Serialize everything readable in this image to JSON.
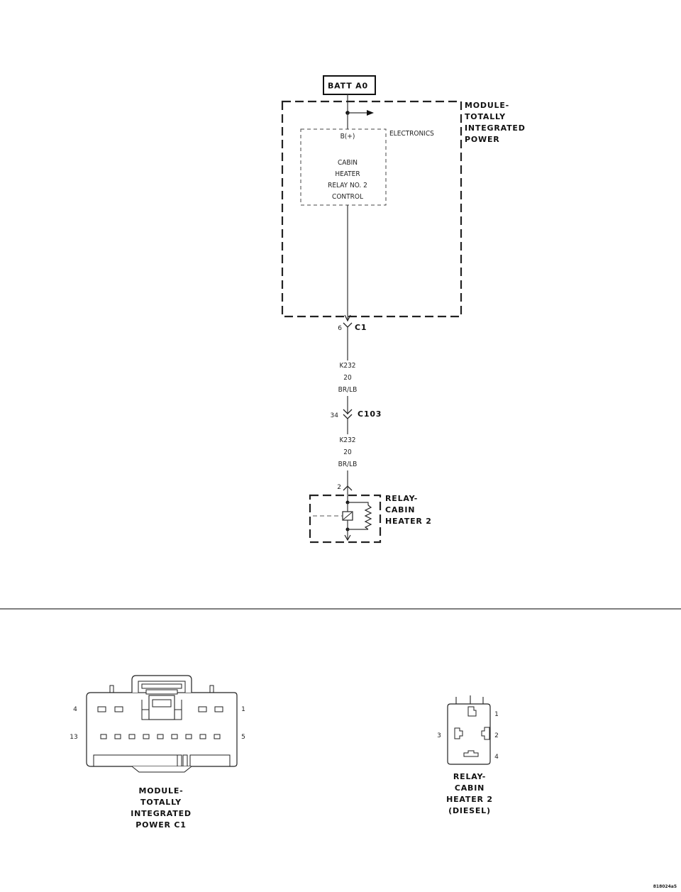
{
  "power_source": {
    "label": "BATT A0"
  },
  "module": {
    "name_lines": [
      "MODULE-",
      "TOTALLY",
      "INTEGRATED",
      "POWER"
    ],
    "sub_box_label": "ELECTRONICS",
    "pin_label": "B(+)",
    "function_lines": [
      "CABIN",
      "HEATER",
      "RELAY NO. 2",
      "CONTROL"
    ]
  },
  "connectors": [
    {
      "id": "C1",
      "pin": "6"
    },
    {
      "id": "C103",
      "pin": "34"
    }
  ],
  "wire_segments": [
    {
      "circuit": "K232",
      "gauge": "20",
      "color": "BR/LB"
    },
    {
      "circuit": "K232",
      "gauge": "20",
      "color": "BR/LB"
    }
  ],
  "relay": {
    "pin": "2",
    "name_lines": [
      "RELAY-",
      "CABIN",
      "HEATER 2"
    ]
  },
  "connector_views": [
    {
      "name_lines": [
        "MODULE-",
        "TOTALLY",
        "INTEGRATED",
        "POWER C1"
      ],
      "pin_labels": {
        "top_left": "4",
        "top_right": "1",
        "bottom_left": "13",
        "bottom_right": "5"
      }
    },
    {
      "name_lines": [
        "RELAY-",
        "CABIN",
        "HEATER 2",
        "(DIESEL)"
      ],
      "pin_labels": {
        "p1": "1",
        "p2": "2",
        "p3": "3",
        "p4": "4"
      }
    }
  ],
  "figure_id": "818024a5"
}
